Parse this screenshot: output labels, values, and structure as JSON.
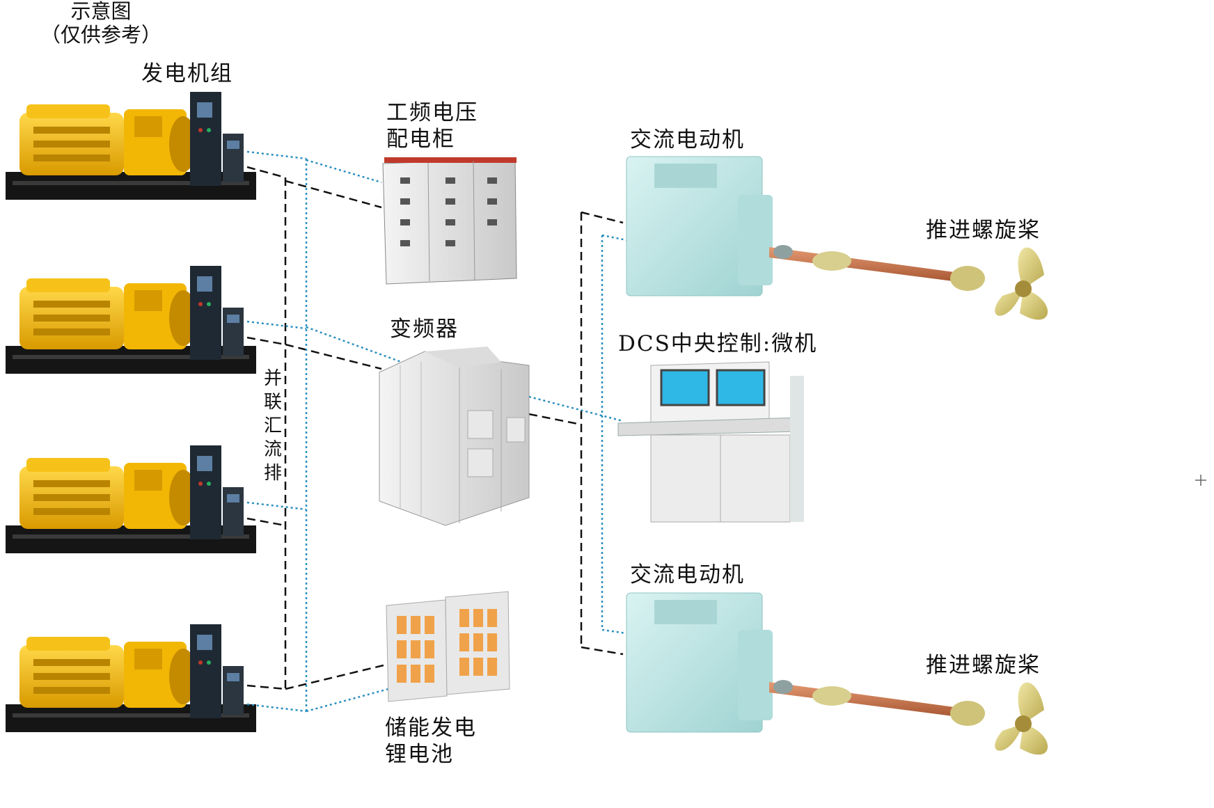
{
  "header": {
    "title": "示意图",
    "subtitle": "（仅供参考）"
  },
  "labels": {
    "generator_set": "发电机组",
    "switchgear": [
      "工频电压",
      "配电柜"
    ],
    "vfd": "变频器",
    "battery": [
      "储能发电",
      "锂电池"
    ],
    "motor_top": "交流电动机",
    "motor_bottom": "交流电动机",
    "propeller_top": "推进螺旋桨",
    "propeller_bottom": "推进螺旋桨",
    "dcs": "DCS中央控制:微机",
    "busbar": [
      "并",
      "联",
      "汇",
      "流",
      "排"
    ]
  },
  "icons": [
    "generator-icon",
    "switchgear-icon",
    "vfd-icon",
    "battery-icon",
    "motor-icon",
    "propeller-icon",
    "control-console-icon",
    "plus-icon"
  ],
  "colors": {
    "generator_yellow": "#f2b705",
    "panel_dark": "#1f2933",
    "skid_black": "#151515",
    "motor_cyan": "#bfe7e6",
    "propeller_gold": "#d9c97a",
    "shaft_copper": "#c8734a",
    "power_line": "#111111",
    "signal_line": "#2a8fbf",
    "battery_orange": "#f0a24a"
  }
}
